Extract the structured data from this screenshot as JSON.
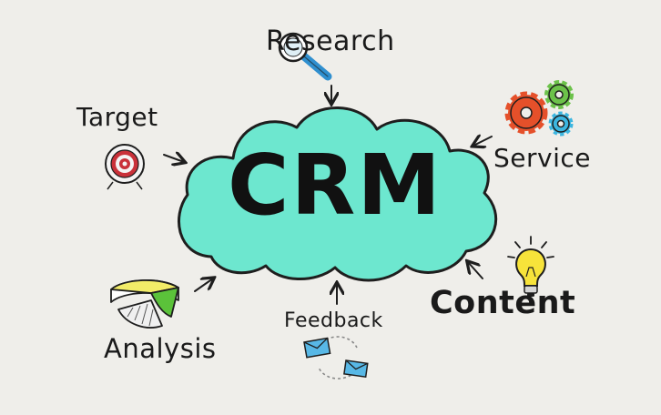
{
  "diagram": {
    "center": "CRM",
    "nodes": {
      "research": "Research",
      "target": "Target",
      "service": "Service",
      "content": "Content",
      "feedback": "Feedback",
      "analysis": "Analysis"
    },
    "icons": {
      "research": "magnifying-glass-icon",
      "target": "bullseye-target-icon",
      "service": "gears-icon",
      "content": "lightbulb-icon",
      "feedback": "envelopes-icon",
      "analysis": "pie-chart-icon"
    },
    "colors": {
      "background": "#efeeea",
      "cloud_fill": "#6de7cf",
      "cloud_stroke": "#1e1e1e",
      "gear_red": "#e5502a",
      "gear_green": "#6cc24a",
      "gear_blue": "#3cb6e0",
      "target_red": "#c9313a",
      "bulb_yellow": "#f7e33a",
      "envelope_blue": "#58b8e6",
      "pie_yellow": "#f2ec68",
      "pie_green": "#5bc23a"
    }
  }
}
